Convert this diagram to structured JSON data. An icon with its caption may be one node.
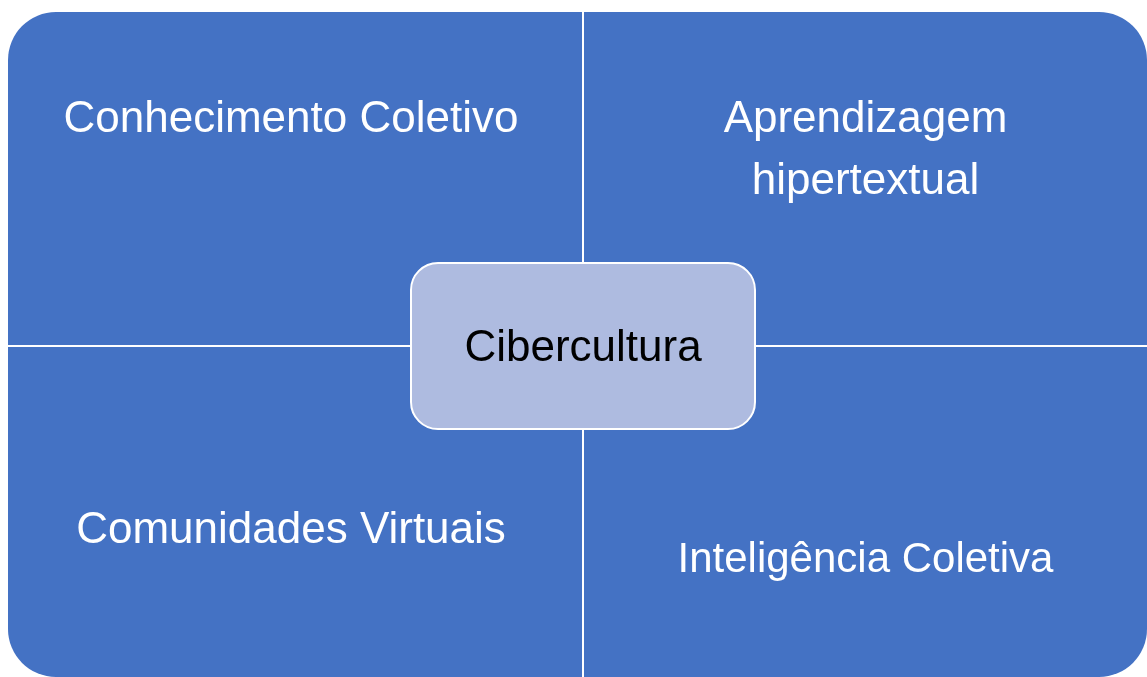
{
  "diagram": {
    "nodes": [
      {
        "text": [
          "Conhecimento Coletivo"
        ]
      },
      {
        "text": [
          "Aprendizagem hipertextual"
        ]
      },
      {
        "text": [
          "Cibercultura"
        ]
      },
      {
        "text": [
          "Comunidades Virtuais"
        ]
      },
      {
        "text": [
          "Inteligência Coletiva"
        ]
      }
    ]
  }
}
